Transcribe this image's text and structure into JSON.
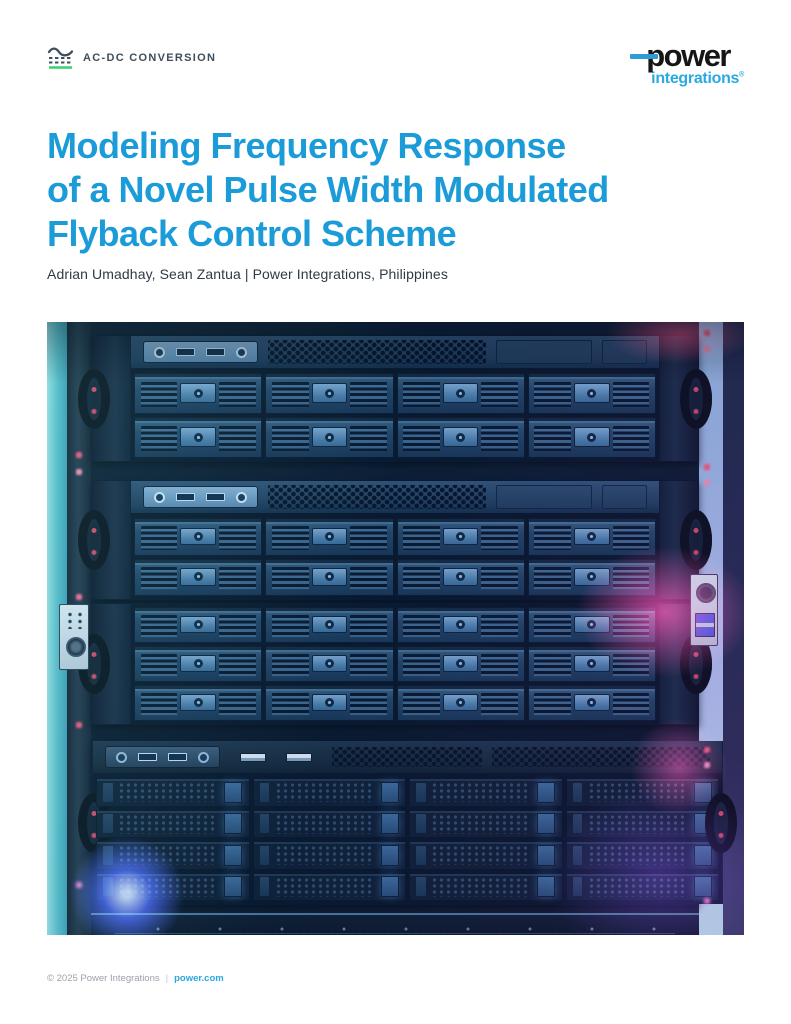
{
  "header": {
    "category": {
      "label": "AC-DC CONVERSION",
      "icon": "ac-dc-waveform-icon"
    },
    "logo": {
      "word": "power",
      "sub": "integrations",
      "registered": "®"
    }
  },
  "title": {
    "line1": "Modeling Frequency Response",
    "line2": "of a Novel Pulse Width Modulated",
    "line3": "Flyback Control Scheme"
  },
  "authors": "Adrian Umadhay, Sean Zantua  |  Power Integrations, Philippines",
  "hero_image": {
    "alt": "Front view of a server rack with four stacked storage servers glowing in blue, red and pink light",
    "cols": 4,
    "units": [
      {
        "gap_before": 13,
        "height": 127,
        "strip": "a",
        "rows": 2,
        "bay_style": "slat"
      },
      {
        "gap_before": 18,
        "height": 120,
        "strip": "a",
        "rows": 2,
        "bay_style": "slat"
      },
      {
        "gap_before": 3,
        "height": 122,
        "strip": "none",
        "rows": 3,
        "bay_style": "slat"
      },
      {
        "gap_before": 15,
        "height": 165,
        "strip": "b",
        "rows": 4,
        "bay_style": "hex"
      }
    ],
    "pedestal_height": 30
  },
  "footer": {
    "copyright": "© 2025 Power Integrations",
    "separator": "|",
    "link": "power.com"
  },
  "colors": {
    "title_blue": "#1B9CD8",
    "logo_blue": "#29A9E1",
    "category_green": "#35D16F",
    "category_text": "#3E4E5C",
    "glow_pink": "#FF46A0",
    "glow_blue": "#4B5FFF",
    "rack_teal": "#57BCC6"
  }
}
